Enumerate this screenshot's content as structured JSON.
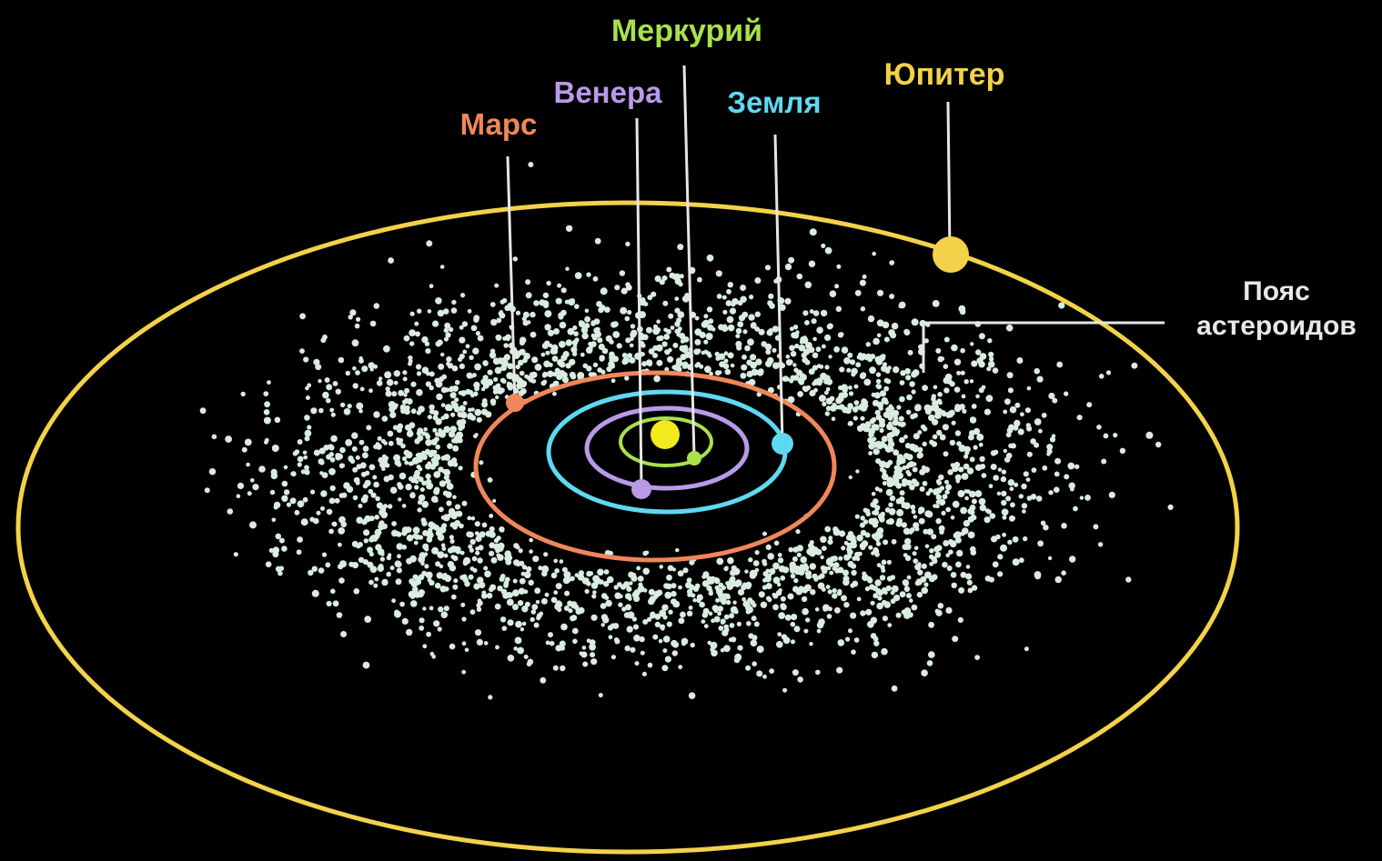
{
  "diagram": {
    "background": "#000000",
    "sun_color": "#f2ea1c",
    "asteroid_color": "#d9ece0",
    "leader_color": "#e6e6e6",
    "planets": [
      {
        "key": "mercury",
        "label": "Меркурий",
        "color": "#a8e14d"
      },
      {
        "key": "venus",
        "label": "Венера",
        "color": "#b99ae8"
      },
      {
        "key": "earth",
        "label": "Земля",
        "color": "#5fd9f0"
      },
      {
        "key": "mars",
        "label": "Марс",
        "color": "#f0875a"
      },
      {
        "key": "jupiter",
        "label": "Юпитер",
        "color": "#f3d24a"
      }
    ],
    "belt_label": {
      "line1": "Пояс",
      "line2": "астероидов",
      "color": "#e8e8e8"
    }
  }
}
